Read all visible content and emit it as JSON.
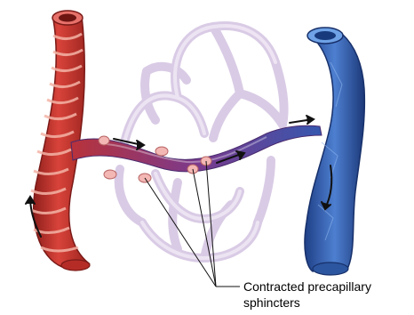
{
  "figure": {
    "callout_label": {
      "line1": "Contracted precapillary",
      "line2": "sphincters"
    }
  },
  "colors": {
    "artery": "#c8312b",
    "artery_dark": "#8e1f1c",
    "artery_ring": "#f1a89b",
    "vein": "#2f5fb3",
    "vein_dark": "#1f3f86",
    "capillary_bed": "#d9cbe3",
    "sphincter": "#f3b7b4",
    "arrow": "#111111"
  },
  "icons": [
    "flow-arrow",
    "artery",
    "vein",
    "capillary-network",
    "precapillary-sphincter"
  ]
}
